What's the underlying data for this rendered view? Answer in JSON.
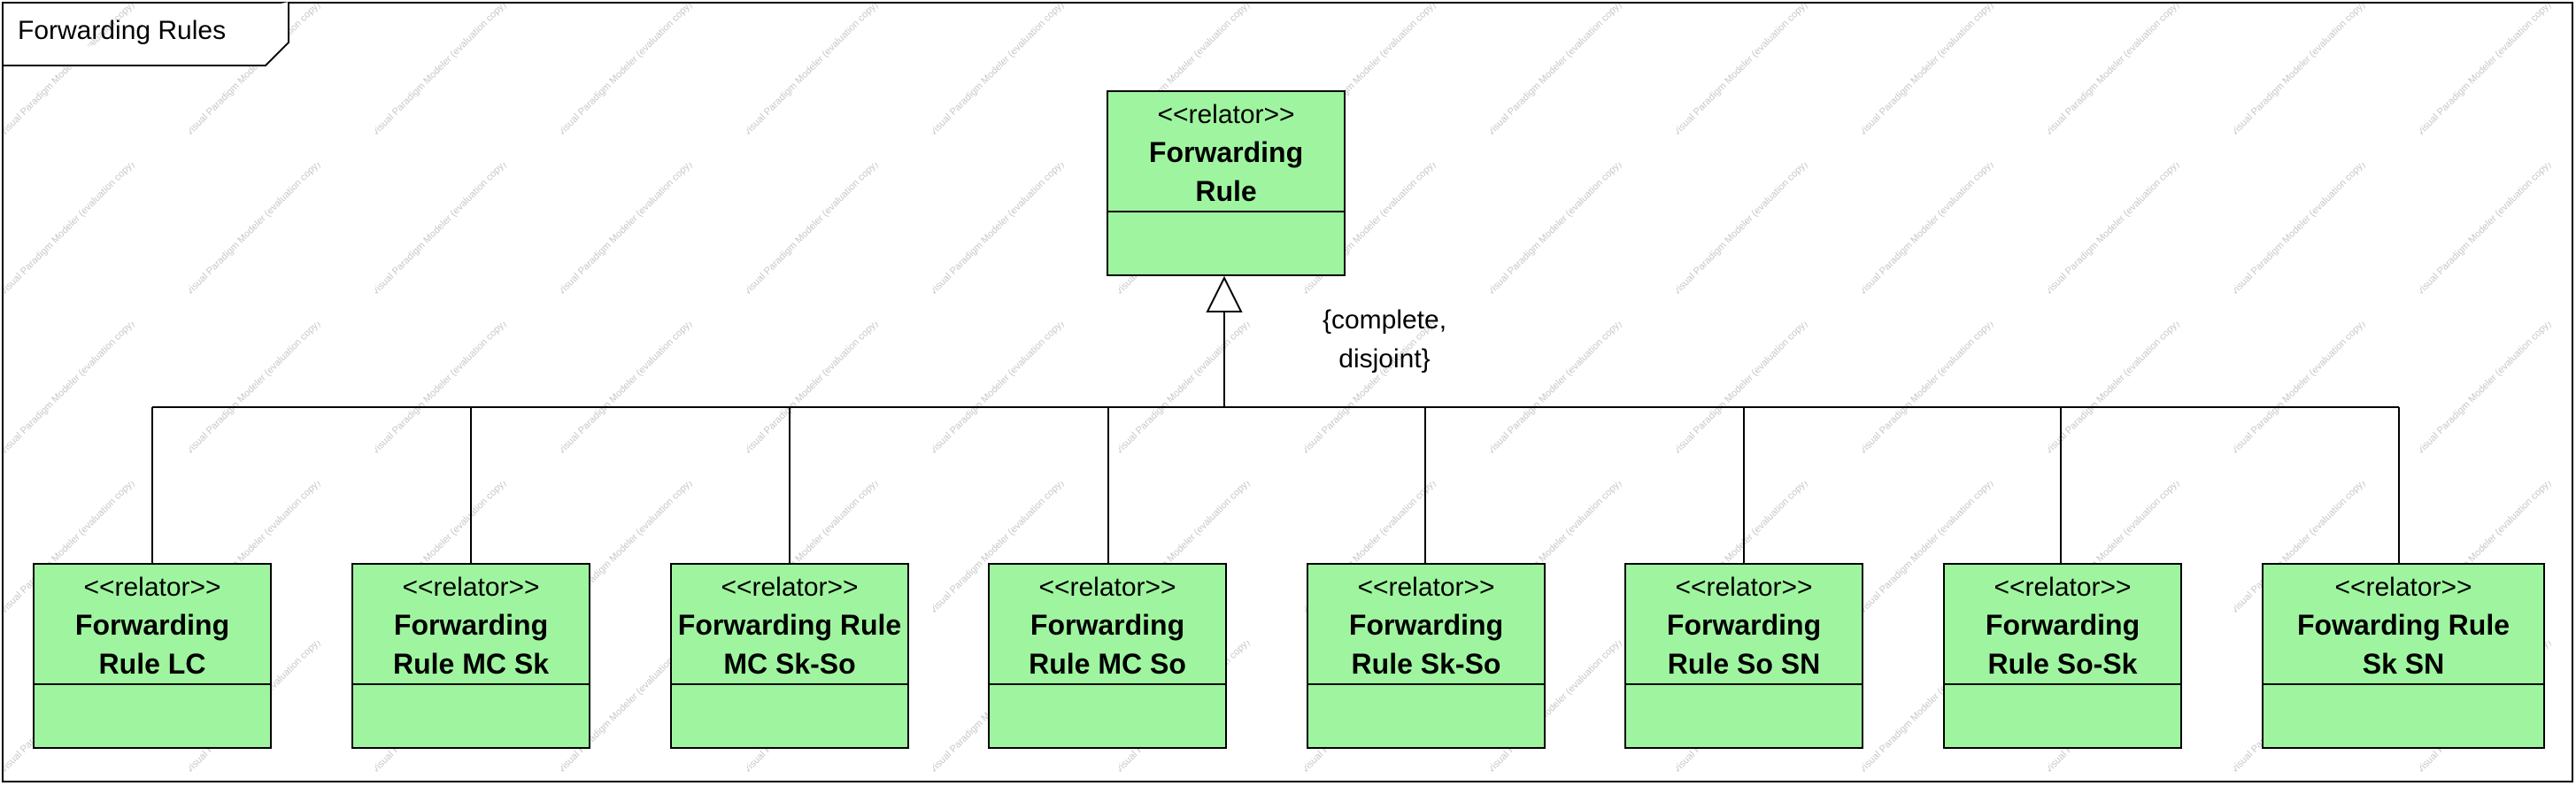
{
  "diagram": {
    "frame_title": "Forwarding Rules",
    "watermark_text": "Visual Paradigm Modeler (evaluation copy)",
    "parent": {
      "stereotype": "<<relator>>",
      "name": "Forwarding Rule"
    },
    "generalization_set": {
      "constraint_line1": "{complete,",
      "constraint_line2": "disjoint}"
    },
    "children": [
      {
        "stereotype": "<<relator>>",
        "name": "Forwarding Rule LC"
      },
      {
        "stereotype": "<<relator>>",
        "name": "Forwarding Rule MC Sk"
      },
      {
        "stereotype": "<<relator>>",
        "name": "Forwarding Rule MC Sk-So"
      },
      {
        "stereotype": "<<relator>>",
        "name": "Forwarding Rule MC So"
      },
      {
        "stereotype": "<<relator>>",
        "name": "Forwarding Rule Sk-So"
      },
      {
        "stereotype": "<<relator>>",
        "name": "Forwarding Rule So SN"
      },
      {
        "stereotype": "<<relator>>",
        "name": "Forwarding Rule So-Sk"
      },
      {
        "stereotype": "<<relator>>",
        "name": "Fowarding Rule Sk SN"
      }
    ]
  }
}
